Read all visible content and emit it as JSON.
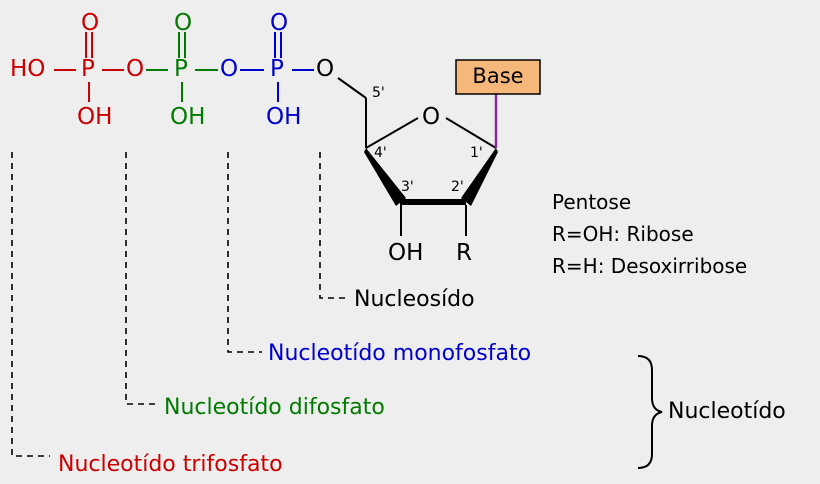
{
  "colors": {
    "triphosphate": "#cc0000",
    "diphosphate": "#007a00",
    "monophosphate": "#0000cc",
    "base_fill": "#f5b87a",
    "base_link": "#8b2a9a",
    "ink": "#000000"
  },
  "phosphates": [
    {
      "group": "triphosphate",
      "ho": "HO",
      "p": "P",
      "o_top": "O",
      "oh": "OH",
      "bridge": "O"
    },
    {
      "group": "diphosphate",
      "p": "P",
      "o_top": "O",
      "oh": "OH",
      "bridge": "O"
    },
    {
      "group": "monophosphate",
      "p": "P",
      "o_top": "O",
      "oh": "OH",
      "bridge": "O"
    }
  ],
  "sugar": {
    "carbon_5": "5'",
    "ring_oxygen": "O",
    "carbon_4": "4'",
    "carbon_1": "1'",
    "carbon_3": "3'",
    "carbon_2": "2'",
    "oh": "OH",
    "r": "R"
  },
  "base": {
    "label": "Base"
  },
  "pentose_note": {
    "title": "Pentose",
    "ribose": "R=OH: Ribose",
    "deoxyribose": "R=H: Desoxirribose"
  },
  "labels": {
    "nucleoside": "Nucleosído",
    "monophosphate": "Nucleotído monofosfato",
    "diphosphate": "Nucleotído difosfato",
    "triphosphate": "Nucleotído trifosfato",
    "nucleotide": "Nucleotído"
  }
}
